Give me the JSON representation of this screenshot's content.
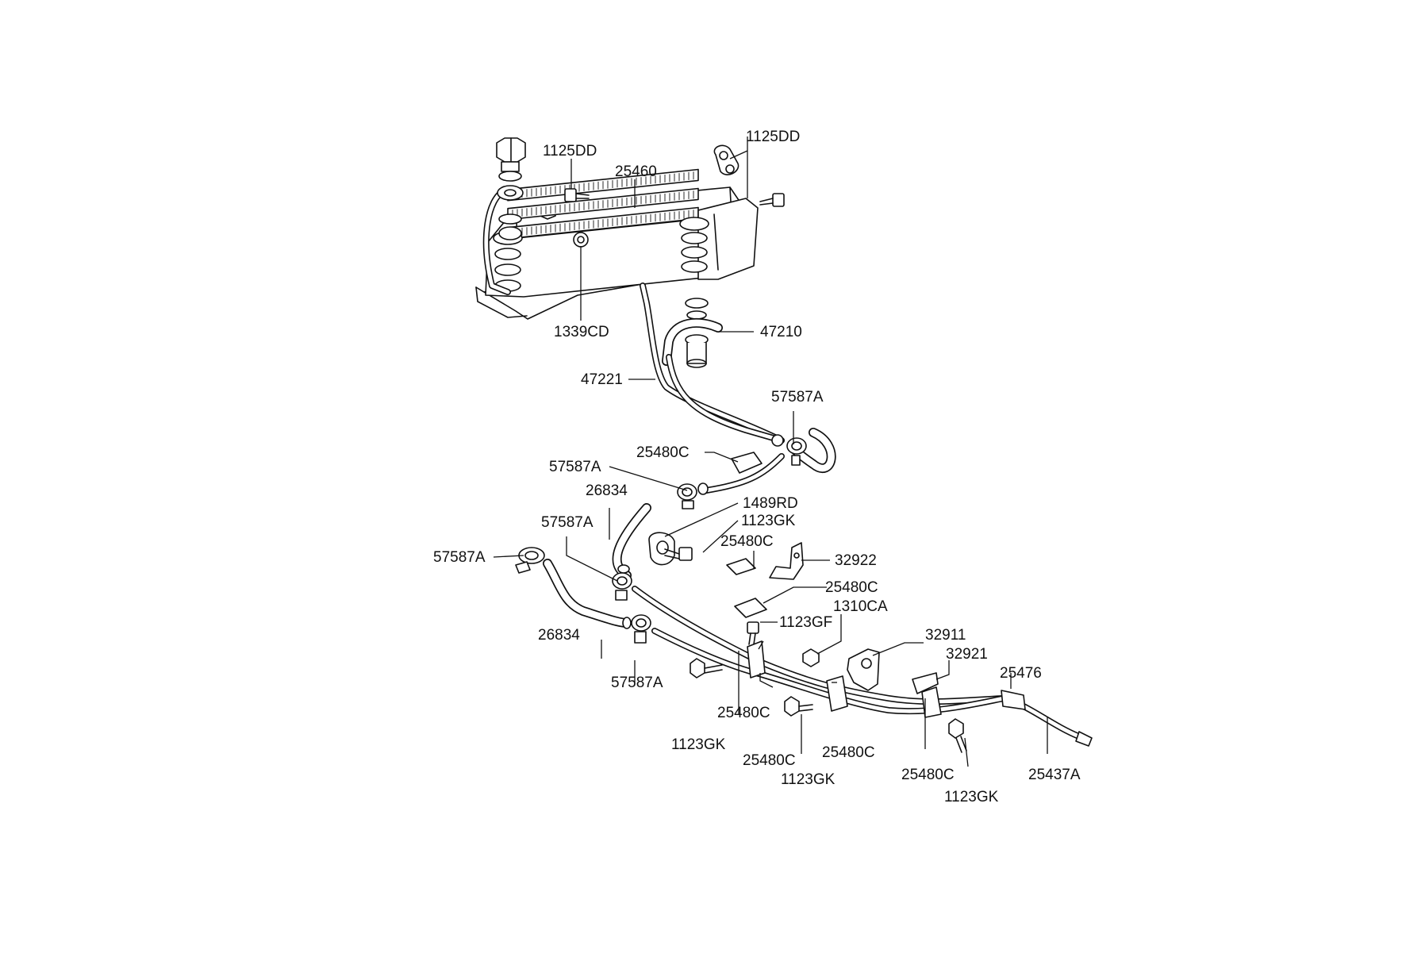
{
  "diagram": {
    "labels": [
      {
        "id": "1125DD-a",
        "text": "1125DD"
      },
      {
        "id": "1125DD-b",
        "text": "1125DD"
      },
      {
        "id": "25460",
        "text": "25460"
      },
      {
        "id": "1339CD",
        "text": "1339CD"
      },
      {
        "id": "47210",
        "text": "47210"
      },
      {
        "id": "47221",
        "text": "47221"
      },
      {
        "id": "57587A-a",
        "text": "57587A"
      },
      {
        "id": "25480C-a",
        "text": "25480C"
      },
      {
        "id": "57587A-b",
        "text": "57587A"
      },
      {
        "id": "26834-a",
        "text": "26834"
      },
      {
        "id": "1489RD",
        "text": "1489RD"
      },
      {
        "id": "57587A-c",
        "text": "57587A"
      },
      {
        "id": "1123GK-a",
        "text": "1123GK"
      },
      {
        "id": "57587A-d",
        "text": "57587A"
      },
      {
        "id": "25480C-b",
        "text": "25480C"
      },
      {
        "id": "32922",
        "text": "32922"
      },
      {
        "id": "25480C-c",
        "text": "25480C"
      },
      {
        "id": "1310CA",
        "text": "1310CA"
      },
      {
        "id": "26834-b",
        "text": "26834"
      },
      {
        "id": "1123GF",
        "text": "1123GF"
      },
      {
        "id": "32911",
        "text": "32911"
      },
      {
        "id": "32921",
        "text": "32921"
      },
      {
        "id": "57587A-e",
        "text": "57587A"
      },
      {
        "id": "25476",
        "text": "25476"
      },
      {
        "id": "25480C-d",
        "text": "25480C"
      },
      {
        "id": "1123GK-b",
        "text": "1123GK"
      },
      {
        "id": "25480C-e",
        "text": "25480C"
      },
      {
        "id": "25480C-f",
        "text": "25480C"
      },
      {
        "id": "25480C-g",
        "text": "25480C"
      },
      {
        "id": "25437A",
        "text": "25437A"
      },
      {
        "id": "1123GK-c",
        "text": "1123GK"
      },
      {
        "id": "1123GK-d",
        "text": "1123GK"
      }
    ]
  }
}
